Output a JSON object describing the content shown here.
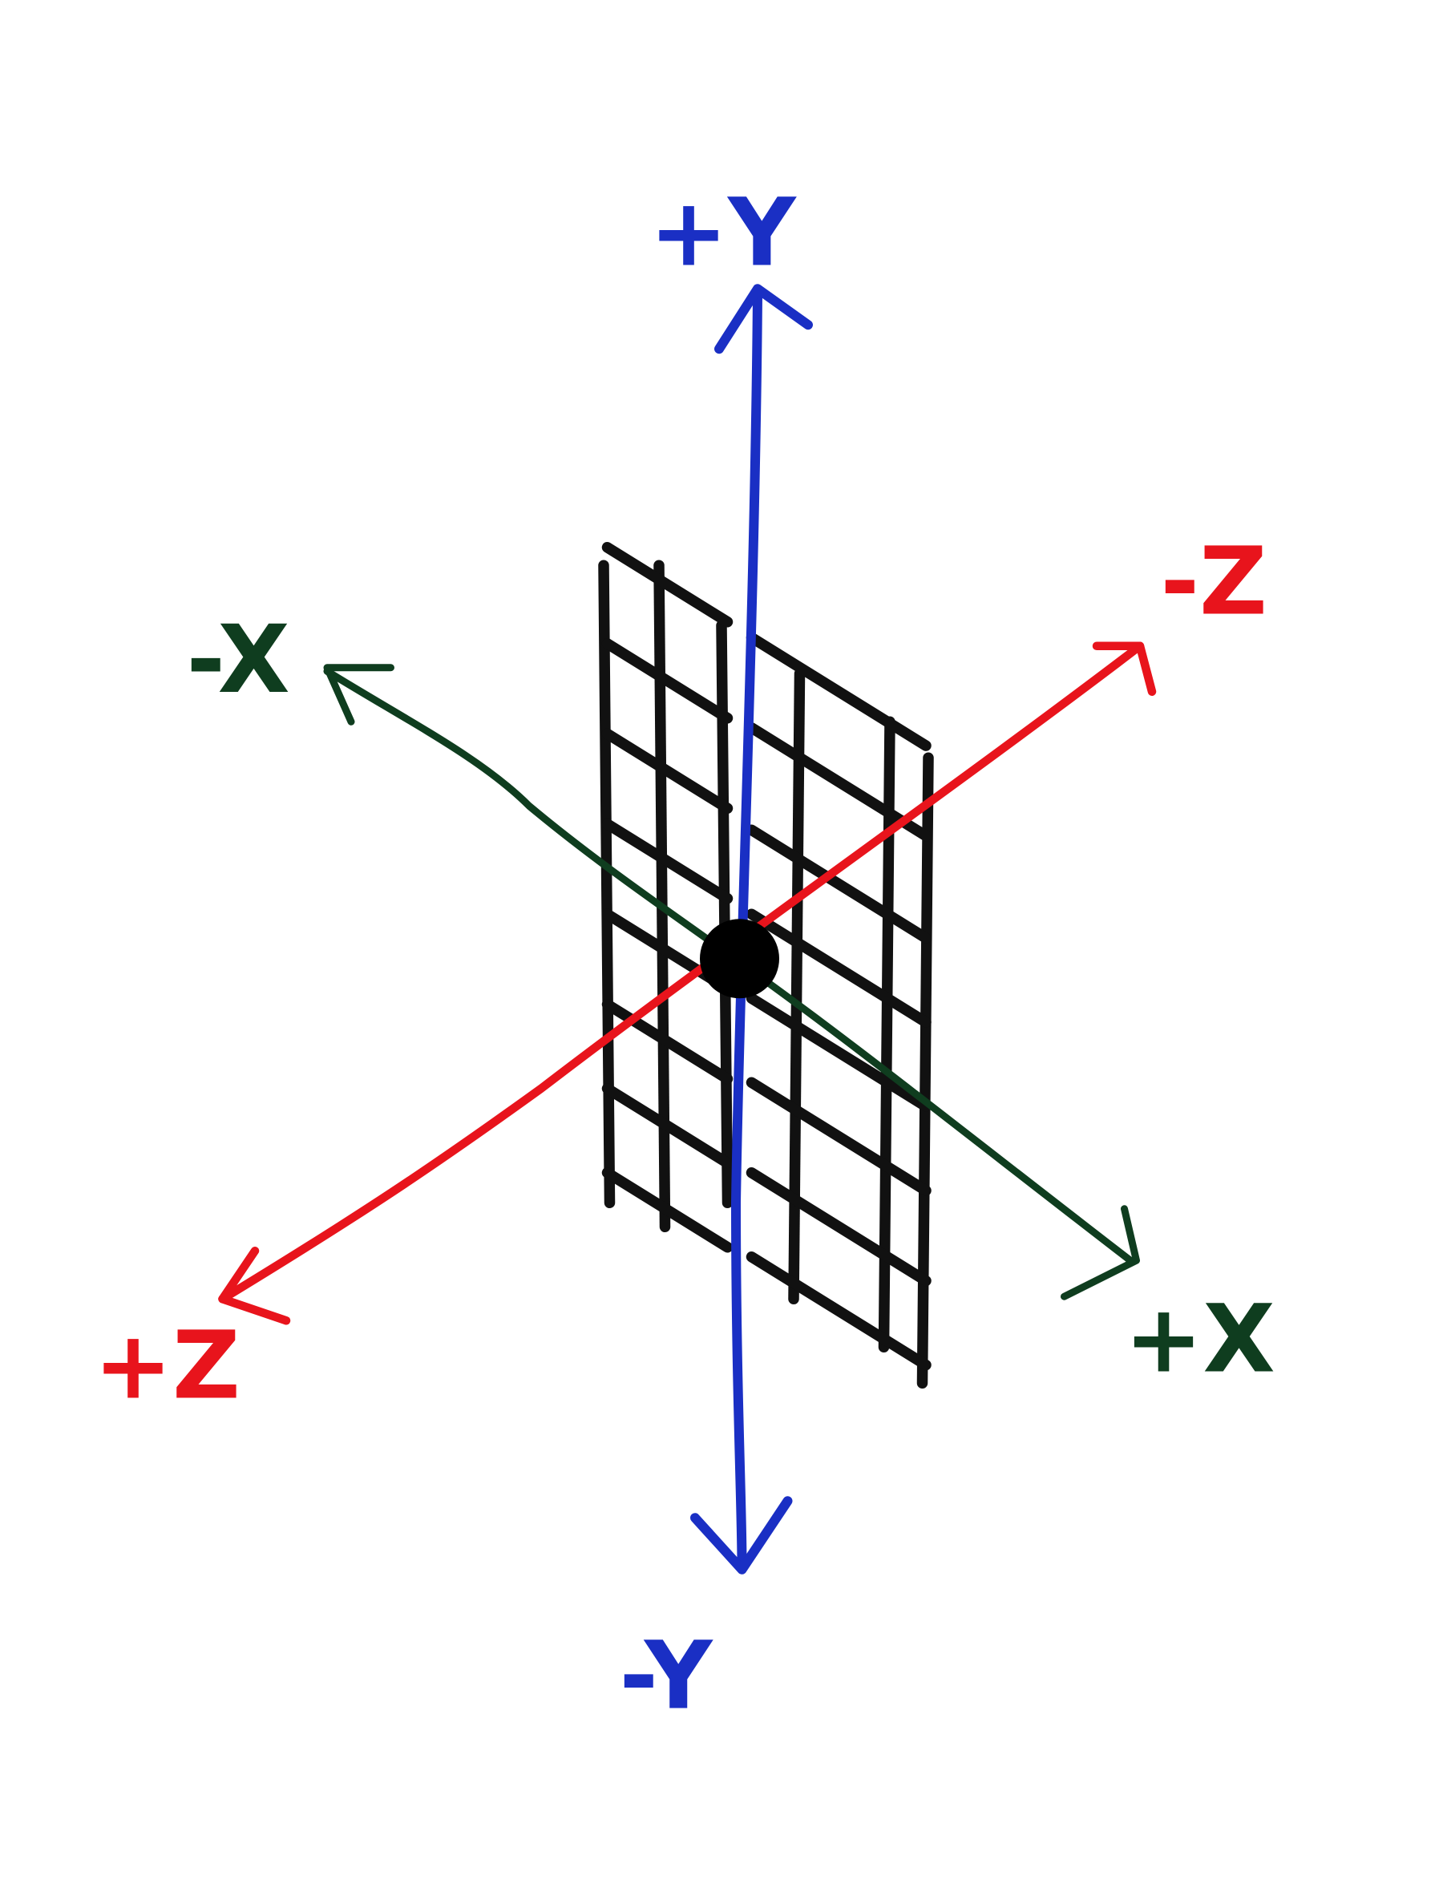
{
  "diagram": {
    "axes": [
      {
        "id": "y",
        "positive_label": "+Y",
        "negative_label": "-Y",
        "color": "#1a2fc4"
      },
      {
        "id": "z",
        "positive_label": "+Z",
        "negative_label": "-Z",
        "color": "#e8141c"
      },
      {
        "id": "x",
        "positive_label": "+X",
        "negative_label": "-X",
        "color": "#0f3d1f"
      }
    ],
    "grid_color": "#111111",
    "origin_color": "#000000"
  }
}
